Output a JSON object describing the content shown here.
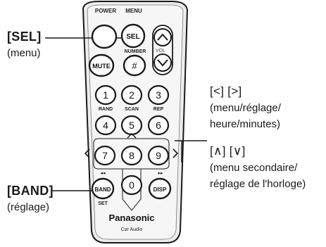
{
  "remote": {
    "brand": "Panasonic",
    "brand_sub": "Car Audio",
    "buttons": {
      "power": "POWER",
      "menu": "MENU",
      "sel": "SEL",
      "mute": "MUTE",
      "number": "NUMBER",
      "vol": "VOL",
      "rand": "RAND",
      "scan": "SCAN",
      "rep": "REP",
      "band": "BAND",
      "set": "SET",
      "disp": "DISP",
      "n1": "1",
      "n2": "2",
      "n3": "3",
      "n4": "4",
      "n5": "5",
      "n6": "6",
      "n7": "7",
      "n8": "8",
      "n9": "9",
      "n0": "0",
      "hash": "#",
      "prev": "◂◂",
      "next": "▸▸"
    }
  },
  "callouts": {
    "sel": {
      "key": "[SEL]",
      "desc": "(menu)"
    },
    "band": {
      "key": "[BAND]",
      "desc": "(réglage)"
    },
    "left_right": {
      "key": "[<] [>]",
      "lines": [
        "(menu/réglage/",
        "heure/minutes)"
      ]
    },
    "up_down": {
      "key": "[∧] [∨]",
      "lines": [
        "(menu secondaire/",
        "réglage de l'horloge)"
      ]
    }
  }
}
